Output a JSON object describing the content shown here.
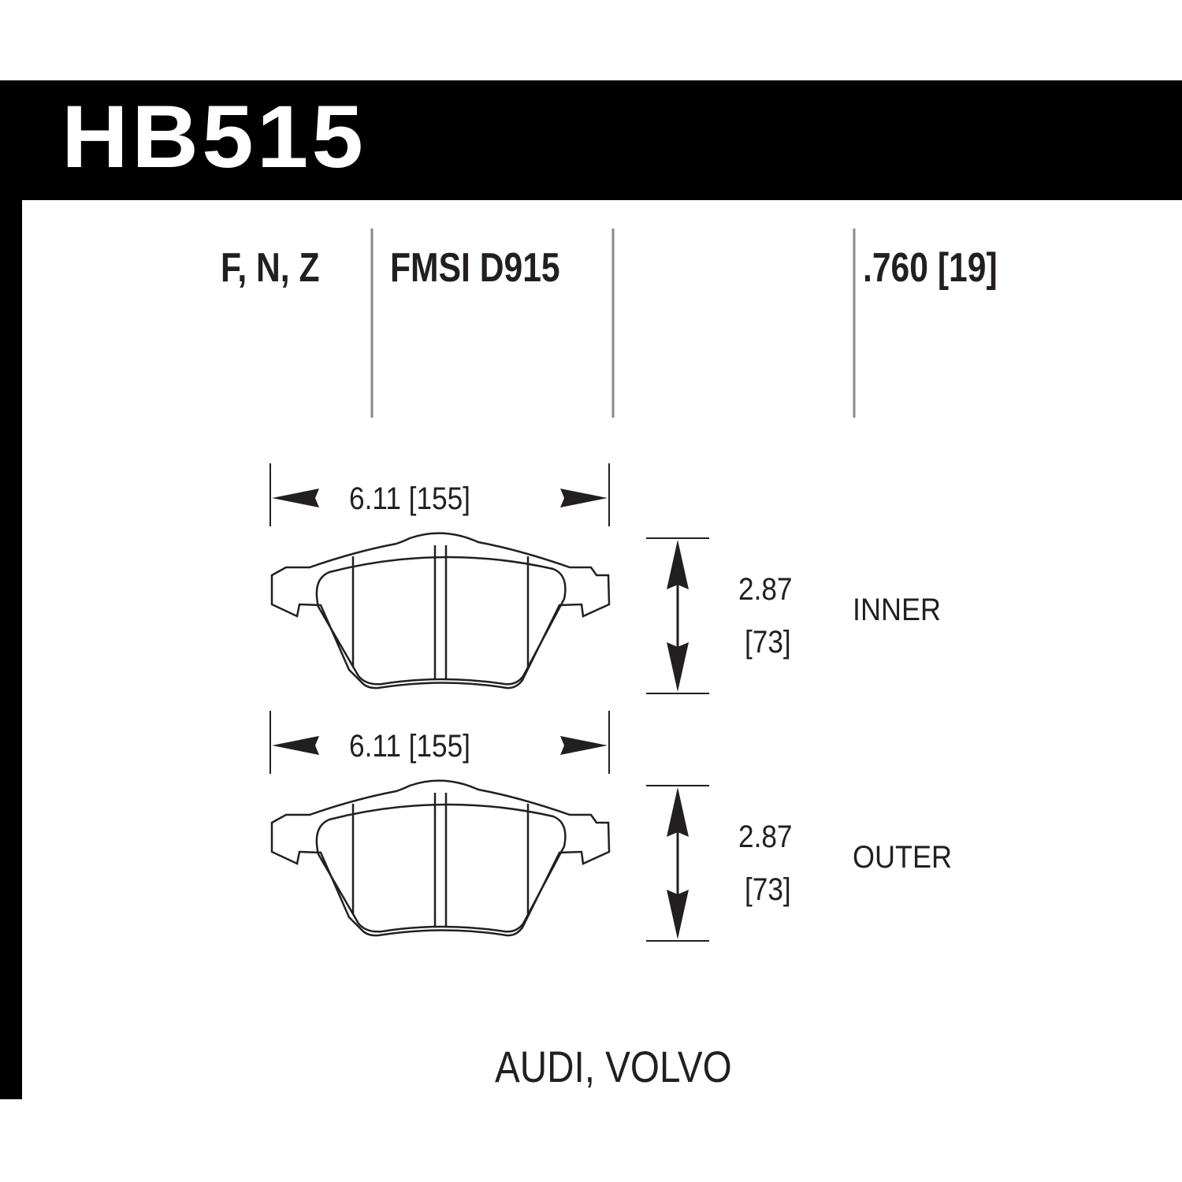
{
  "title": "HB515",
  "specs": {
    "compounds": "F, N, Z",
    "fmsi": "FMSI D915",
    "thickness": ".760 [19]"
  },
  "pads": [
    {
      "width": "6.11 [155]",
      "height_in": "2.87",
      "height_mm": "[73]",
      "label": "INNER"
    },
    {
      "width": "6.11 [155]",
      "height_in": "2.87",
      "height_mm": "[73]",
      "label": "OUTER"
    }
  ],
  "applications": "AUDI, VOLVO",
  "colors": {
    "ink": "#231f20",
    "header": "#000000",
    "divider": "#8a8a8a"
  }
}
